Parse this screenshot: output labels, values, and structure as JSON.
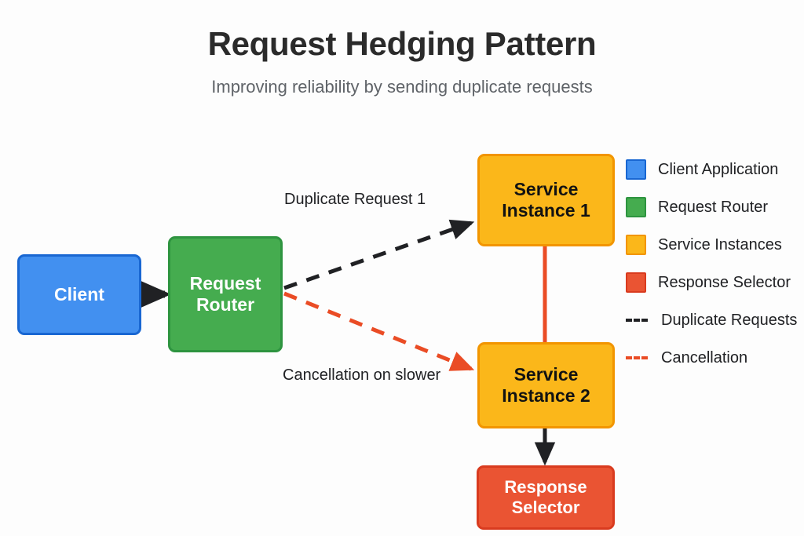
{
  "header": {
    "title": "Request Hedging Pattern",
    "subtitle": "Improving reliability by sending duplicate requests"
  },
  "nodes": {
    "client": {
      "label": "Client",
      "fill": "#4290f0",
      "stroke": "#1967d2",
      "text_color": "#ffffff"
    },
    "router": {
      "label": "Request\nRouter",
      "fill": "#45ac4f",
      "stroke": "#2e9440",
      "text_color": "#ffffff"
    },
    "service1": {
      "label": "Service\nInstance 1",
      "fill": "#fbb71a",
      "stroke": "#f29500",
      "text_color": "#121212"
    },
    "service2": {
      "label": "Service\nInstance 2",
      "fill": "#fbb71a",
      "stroke": "#f29500",
      "text_color": "#121212"
    },
    "selector": {
      "label": "Response\nSelector",
      "fill": "#ea5433",
      "stroke": "#d93b1f",
      "text_color": "#ffffff"
    }
  },
  "edges": {
    "client_to_router": {
      "label": "",
      "style": "solid",
      "color": "#202124"
    },
    "router_to_service1": {
      "label": "Duplicate Request 1",
      "style": "dashed",
      "color": "#202124"
    },
    "router_to_service2": {
      "label": "Cancellation on slower",
      "style": "dashed",
      "color": "#ea4c25"
    },
    "service1_to_service2": {
      "label": "",
      "style": "solid",
      "color": "#ea4c25"
    },
    "service2_to_selector": {
      "label": "",
      "style": "solid",
      "color": "#202124"
    }
  },
  "legend": {
    "items": [
      {
        "label": "Client Application",
        "marker": "swatch-blue",
        "color": "#4290f0"
      },
      {
        "label": "Request Router",
        "marker": "swatch-green",
        "color": "#45ac4f"
      },
      {
        "label": "Service Instances",
        "marker": "swatch-amber",
        "color": "#fbb71a"
      },
      {
        "label": "Response Selector",
        "marker": "swatch-red",
        "color": "#ea5433"
      },
      {
        "label": "Duplicate Requests",
        "marker": "dashed-line-black",
        "color": "#202124"
      },
      {
        "label": "Cancellation",
        "marker": "dashed-line-red",
        "color": "#ea4c25"
      }
    ]
  },
  "colors": {
    "background": "#fdfdfd",
    "title_text": "#2b2b2b",
    "subtitle_text": "#5f6368",
    "body_text": "#202124"
  }
}
